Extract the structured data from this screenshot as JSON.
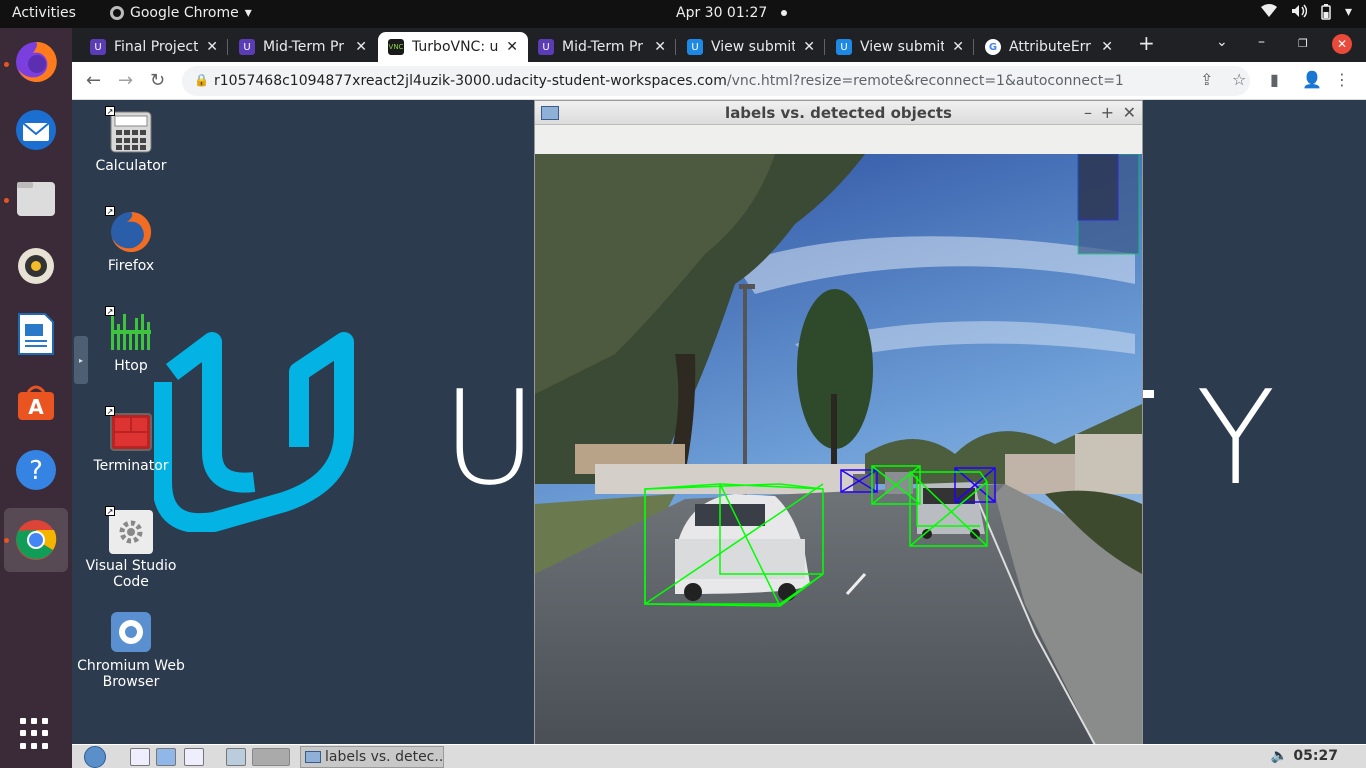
{
  "topbar": {
    "activities": "Activities",
    "app_name": "Google Chrome",
    "clock": "Apr 30  01:27"
  },
  "dock": {
    "apps": [
      "firefox",
      "thunderbird",
      "files",
      "rhythmbox",
      "writer",
      "software",
      "help",
      "chrome",
      "show-apps"
    ]
  },
  "chrome": {
    "tabs": [
      {
        "title": "Final Project",
        "icon": "udacity-icon"
      },
      {
        "title": "Mid-Term Pr",
        "icon": "udacity-icon"
      },
      {
        "title": "TurboVNC: u",
        "icon": "vnc-icon",
        "active": true
      },
      {
        "title": "Mid-Term Pr",
        "icon": "udacity-icon"
      },
      {
        "title": "View submit",
        "icon": "udacity-icon"
      },
      {
        "title": "View submit",
        "icon": "udacity-icon"
      },
      {
        "title": "AttributeErr",
        "icon": "google-icon"
      }
    ],
    "url_host": "r1057468c1094877xreact2jl4uzik-3000.udacity-student-workspaces.com",
    "url_rest": "/vnc.html?resize=remote&reconnect=1&autoconnect=1"
  },
  "desktop": {
    "icons": [
      {
        "label": "Calculator"
      },
      {
        "label": "Firefox"
      },
      {
        "label": "Htop"
      },
      {
        "label": "Terminator"
      },
      {
        "label": "Visual Studio Code"
      },
      {
        "label": "Chromium Web Browser"
      }
    ],
    "wallpaper_text_left": "U",
    "wallpaper_text_right": "Y"
  },
  "vnc_window": {
    "title": "labels vs. detected objects"
  },
  "lxde_taskbar": {
    "task_label": "labels vs. detec...",
    "time": "05:27"
  },
  "colors": {
    "udacity_blue": "#02b3e4",
    "box_green": "#00ff00",
    "box_blue": "#2200ff"
  }
}
